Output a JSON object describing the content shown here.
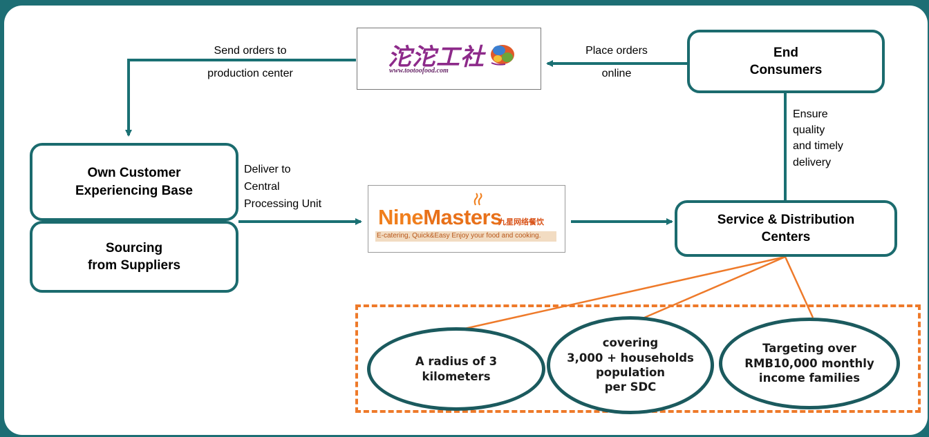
{
  "nodes": {
    "end_consumers": "End\nConsumers",
    "own_base": "Own Customer\nExperiencing Base",
    "sourcing": "Sourcing\nfrom Suppliers",
    "service_centers": "Service & Distribution\nCenters"
  },
  "edge_labels": {
    "send_orders": "Send orders to\nproduction center",
    "place_orders": "Place orders\nonline",
    "ensure_quality": "Ensure\nquality\nand timely\ndelivery",
    "deliver_cpu": "Deliver to\nCentral\nProcessing Unit"
  },
  "logos": {
    "tootoo_name": "沱沱工社",
    "tootoo_url": "www.tootoofood.com",
    "ninemasters_part1": "Nine",
    "ninemasters_part2": "Masters",
    "ninemasters_cn": "九星网络餐饮",
    "ninemasters_tagline": "E-catering, Quick&Easy Enjoy your food and cooking."
  },
  "coverage": [
    "A radius of 3\nkilometers",
    "covering\n3,000 + households\npopulation\nper SDC",
    "Targeting over\nRMB10,000 monthly\nincome families"
  ],
  "colors": {
    "frame": "#1d6e74",
    "box_border": "#1b6b6e",
    "arrow": "#1a7073",
    "highlight": "#ee7a2a",
    "ninemasters_orange": "#f07f1d"
  }
}
